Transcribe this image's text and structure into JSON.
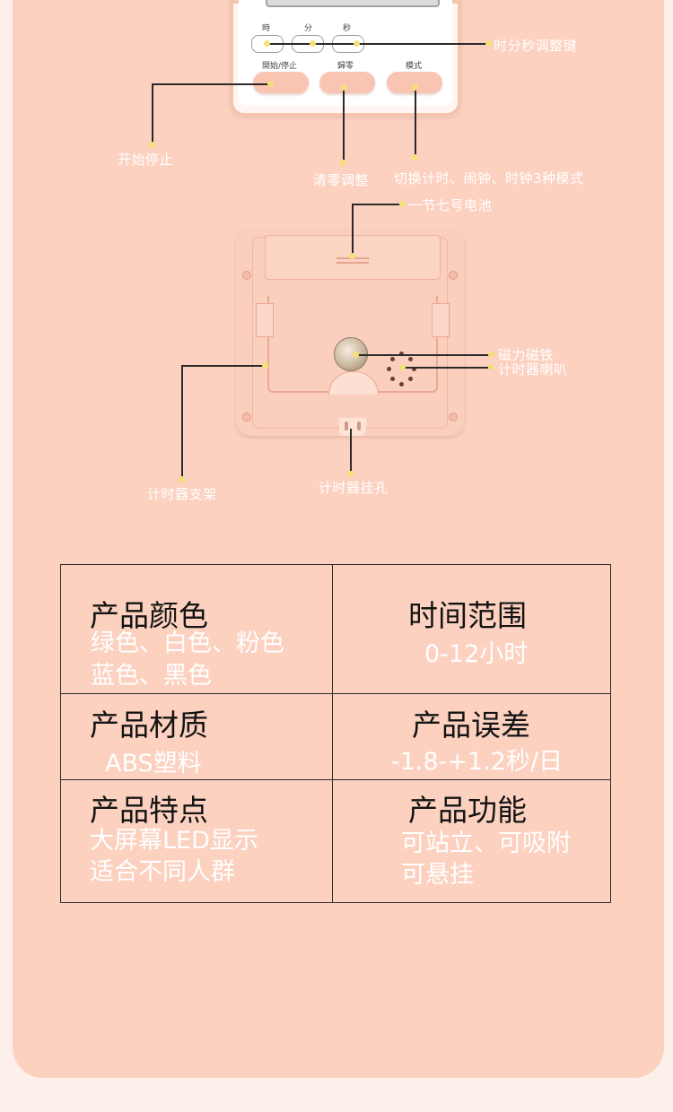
{
  "front": {
    "buttons_top": {
      "hour": "時",
      "minute": "分",
      "second": "秒"
    },
    "buttons_bottom": {
      "start_stop": "開始/停止",
      "clear": "歸零",
      "mode": "模式"
    }
  },
  "callouts": {
    "adjust_keys": "时分秒调整键",
    "start_stop": "开始停止",
    "clear": "清零调整",
    "mode": "切换计时、闹钟、时钟3种模式",
    "battery": "一节七号电池",
    "magnet": "磁力磁铁",
    "speaker": "计时器喇叭",
    "stand": "计时器支架",
    "hang_hole": "计时器挂孔"
  },
  "specs": {
    "color": {
      "title": "产品颜色",
      "value1": "绿色、白色、粉色",
      "value2": "蓝色、黑色"
    },
    "time_range": {
      "title": "时间范围",
      "value1": "0-12小时"
    },
    "material": {
      "title": "产品材质",
      "value1": "ABS塑料"
    },
    "error": {
      "title": "产品误差",
      "value1": "-1.8-+1.2秒/日"
    },
    "features": {
      "title": "产品特点",
      "value1": "大屏幕LED显示",
      "value2": "适合不同人群"
    },
    "functions": {
      "title": "产品功能",
      "value1": "可站立、可吸附",
      "value2": "可悬挂"
    }
  },
  "colors": {
    "background": "#fdefe9",
    "panel": "#fcd1c0",
    "dot": "#f4e07a",
    "text_white": "#ffffff"
  }
}
